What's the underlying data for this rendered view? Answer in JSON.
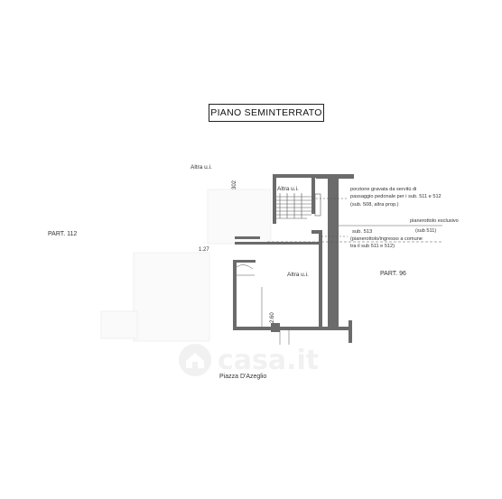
{
  "drawing": {
    "title": "PIANO SEMINTERRATO",
    "labels": {
      "altra_ui_top": "Altra u.i.",
      "part_112": "PART. 112",
      "part_96": "PART. 96",
      "altra_ui_stair": "Altra u.i.",
      "altra_ui_center": "Altra u.i.",
      "piazza": "Piazza D'Azeglio",
      "dim_302": "302",
      "dim_127": "1.27",
      "dim_260": "2.60"
    },
    "note_porzione": [
      "porzione gravata da servitù di",
      "passaggio pedonale per i sub. 511 e 512",
      "(sub. 508, altra prop.)"
    ],
    "note_pianerottolo": [
      "pianerottolo esclusivo",
      "(sub 511)"
    ],
    "note_sub513": [
      "sub. 513",
      "(pianerottolo/ingresso a comune",
      "tra il sub 511 e 512)"
    ]
  },
  "watermark": {
    "text": "casa.it",
    "icon": "house-icon",
    "color": "#e6e6e6"
  }
}
